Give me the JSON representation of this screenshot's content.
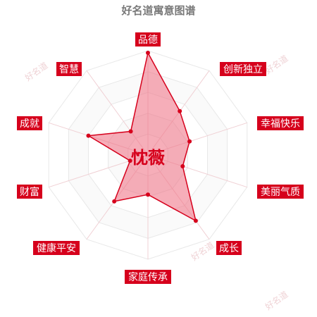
{
  "title": "好名道寓意图谱",
  "center_name": "忱薇",
  "watermark": "好名道",
  "colors": {
    "accent": "#d6001c",
    "fill": "#ee6b7f",
    "grid": "#e8e8e8",
    "title": "#7a7a7a"
  },
  "chart_data": {
    "type": "radar",
    "title": "好名道寓意图谱",
    "categories": [
      "品德",
      "创新独立",
      "幸福快乐",
      "美丽气质",
      "成长",
      "家庭传承",
      "健康平安",
      "财富",
      "成就",
      "智慧"
    ],
    "values": [
      98,
      52,
      42,
      35,
      78,
      38,
      55,
      18,
      60,
      28
    ],
    "range": [
      0,
      100
    ],
    "grid_levels": 5
  }
}
